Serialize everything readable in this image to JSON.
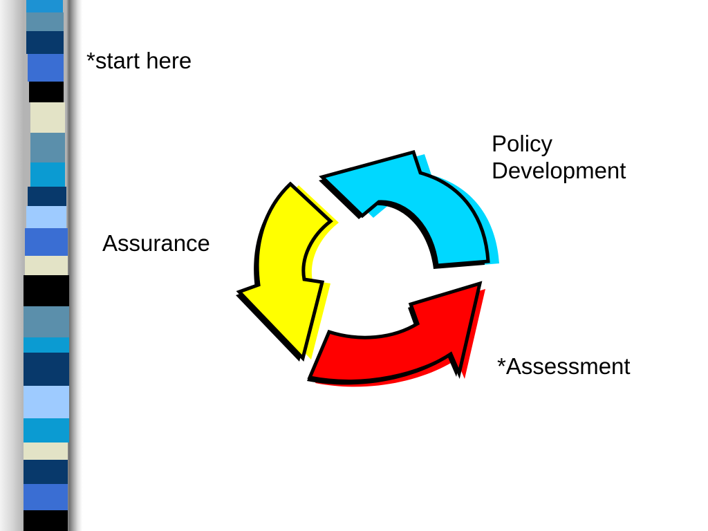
{
  "slide": {
    "start_note": "*start here"
  },
  "labels": {
    "policy_development": [
      "Policy",
      "Development"
    ],
    "assurance": "Assurance",
    "assessment": "*Assessment"
  },
  "diagram": {
    "arrow_colors": {
      "policy_development": "#00d8ff",
      "assessment": "#ff0000",
      "assurance": "#ffff00"
    }
  }
}
